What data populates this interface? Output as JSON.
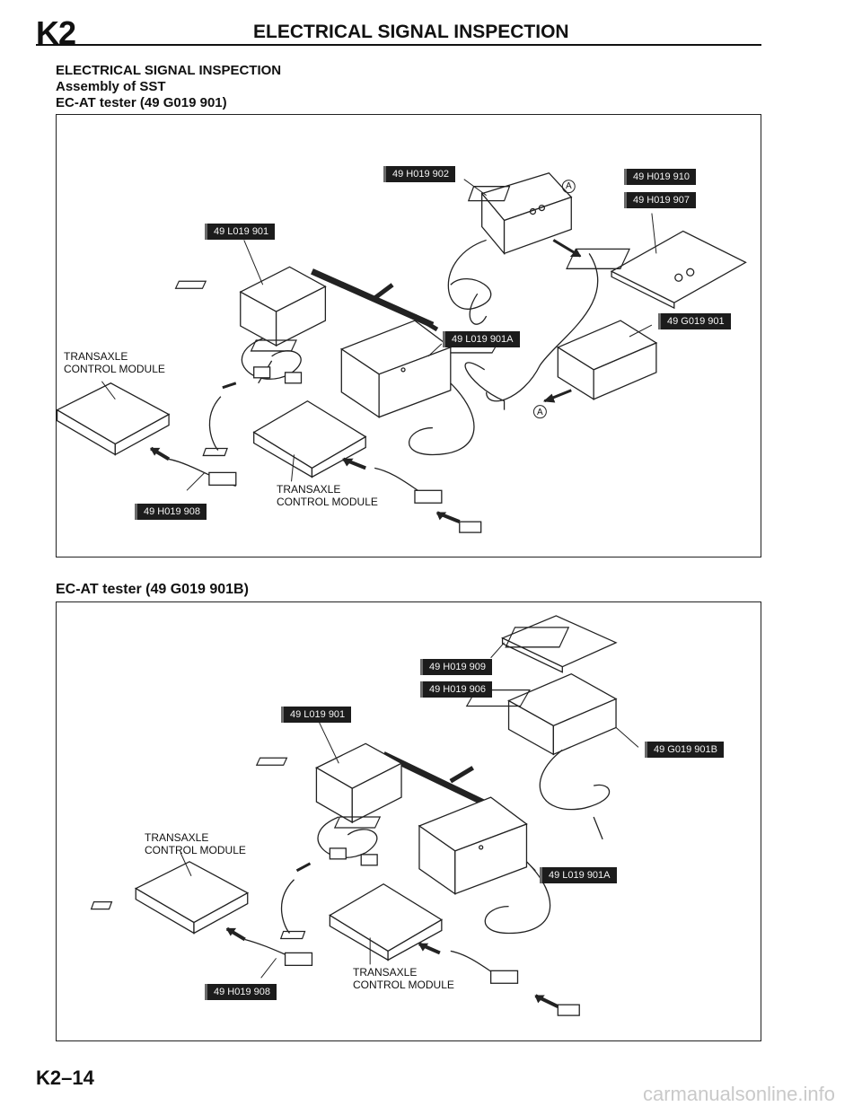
{
  "header": {
    "section_code": "K2",
    "title": "ELECTRICAL SIGNAL INSPECTION"
  },
  "heading": {
    "line1": "ELECTRICAL SIGNAL INSPECTION",
    "line2": "Assembly of SST",
    "line3": "EC-AT tester (49 G019 901)"
  },
  "figure1": {
    "tags": [
      "49 H019 902",
      "49 H019 910",
      "49 H019 907",
      "49 L019 901",
      "49 G019 901",
      "49 L019 901A",
      "49 H019 908"
    ],
    "callouts": [
      "TRANSAXLE\nCONTROL MODULE",
      "TRANSAXLE\nCONTROL MODULE"
    ],
    "markers": [
      "A",
      "A"
    ]
  },
  "subheading2": "EC-AT tester (49 G019 901B)",
  "figure2": {
    "tags": [
      "49 H019 909",
      "49 H019 906",
      "49 L019 901",
      "49 G019 901B",
      "49 L019 901A",
      "49 H019 908"
    ],
    "callouts": [
      "TRANSAXLE\nCONTROL MODULE",
      "TRANSAXLE\nCONTROL MODULE"
    ]
  },
  "footer": {
    "page_number": "K2–14"
  },
  "watermark": "carmanualsonline.info"
}
